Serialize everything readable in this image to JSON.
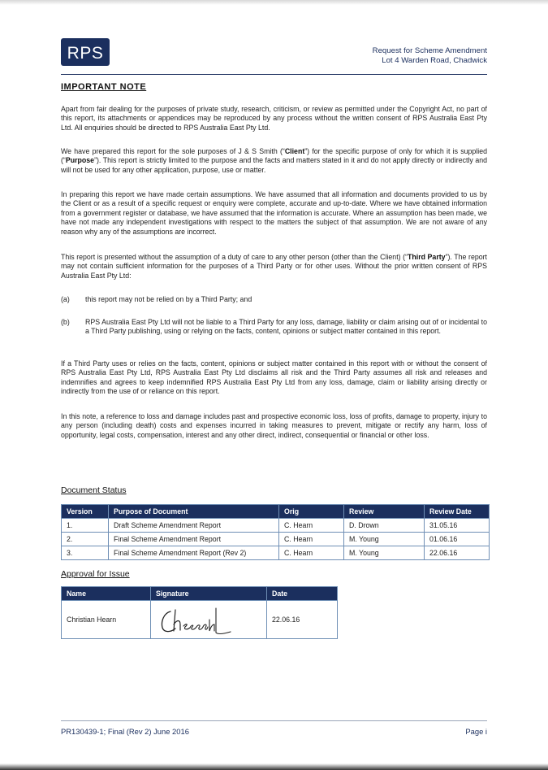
{
  "header": {
    "logo_text": "RPS",
    "line1": "Request for Scheme Amendment",
    "line2": "Lot 4 Warden Road, Chadwick"
  },
  "section_title": "IMPORTANT NOTE",
  "paragraphs": {
    "p1": "Apart from fair dealing for the purposes of private study, research, criticism, or review as permitted under the Copyright Act, no part of this report, its attachments or appendices may be reproduced by any process without the written consent of RPS Australia East Pty Ltd. All enquiries should be directed to RPS Australia East Pty Ltd.",
    "p2_a": "We have prepared this report for the sole purposes of J & S Smith (“",
    "p2_b": "Client",
    "p2_c": "”) for the specific purpose of only for which it is supplied (“",
    "p2_d": "Purpose",
    "p2_e": "”). This report is strictly limited to the purpose and the facts and matters stated in it and do not apply directly or indirectly and will not be used for any other application, purpose, use or matter.",
    "p3": "In preparing this report we have made certain assumptions. We have assumed that all information and documents provided to us by the Client or as a result of a specific request or enquiry were complete, accurate and up-to-date. Where we have obtained information from a government register or database, we have assumed that the information is accurate. Where an assumption has been made, we have not made any independent investigations with respect to the matters the subject of that assumption. We are not aware of any reason why any of the assumptions are incorrect.",
    "p4_a": "This report is presented without the assumption of a duty of care to any other person (other than the Client) (“",
    "p4_b": "Third Party",
    "p4_c": "”). The report may not contain sufficient information for the purposes of a Third Party or for other uses. Without the prior written consent of RPS Australia East Pty Ltd:",
    "list_a_label": "(a)",
    "list_a_text": "this report may not be relied on by a Third Party; and",
    "list_b_label": "(b)",
    "list_b_text": "RPS Australia East Pty Ltd will not be liable to a Third Party for any loss, damage, liability or claim arising out of or incidental to a Third Party publishing, using or relying on the facts, content, opinions or subject matter contained in this report.",
    "p5": "If a Third Party uses or relies on the facts, content, opinions or subject matter contained in this report with or without the consent of RPS Australia East Pty Ltd, RPS Australia East Pty Ltd disclaims all risk and the Third Party assumes all risk and releases and indemnifies and agrees to keep indemnified RPS Australia East Pty Ltd from any loss, damage, claim or liability arising directly or indirectly from the use of or reliance on this report.",
    "p6": "In this note, a reference to loss and damage includes past and prospective economic loss, loss of profits, damage to property, injury to any person (including death) costs and expenses incurred in taking measures to prevent, mitigate or rectify any harm, loss of opportunity, legal costs, compensation, interest and any other direct, indirect, consequential or financial or other loss."
  },
  "document_status": {
    "heading": "Document Status",
    "headers": [
      "Version",
      "Purpose of Document",
      "Orig",
      "Review",
      "Review Date"
    ],
    "rows": [
      [
        "1.",
        "Draft Scheme Amendment Report",
        "C. Hearn",
        "D. Drown",
        "31.05.16"
      ],
      [
        "2.",
        "Final Scheme Amendment Report",
        "C. Hearn",
        "M. Young",
        "01.06.16"
      ],
      [
        "3.",
        "Final Scheme Amendment Report (Rev 2)",
        "C. Hearn",
        "M. Young",
        "22.06.16"
      ]
    ]
  },
  "approval": {
    "heading": "Approval for Issue",
    "headers": [
      "Name",
      "Signature",
      "Date"
    ],
    "name": "Christian Hearn",
    "date": "22.06.16"
  },
  "footer": {
    "left": "PR130439-1; Final (Rev 2) June 2016",
    "right": "Page i"
  },
  "colors": {
    "brand_navy": "#1b2f5e",
    "table_border": "#6f8fb5"
  }
}
